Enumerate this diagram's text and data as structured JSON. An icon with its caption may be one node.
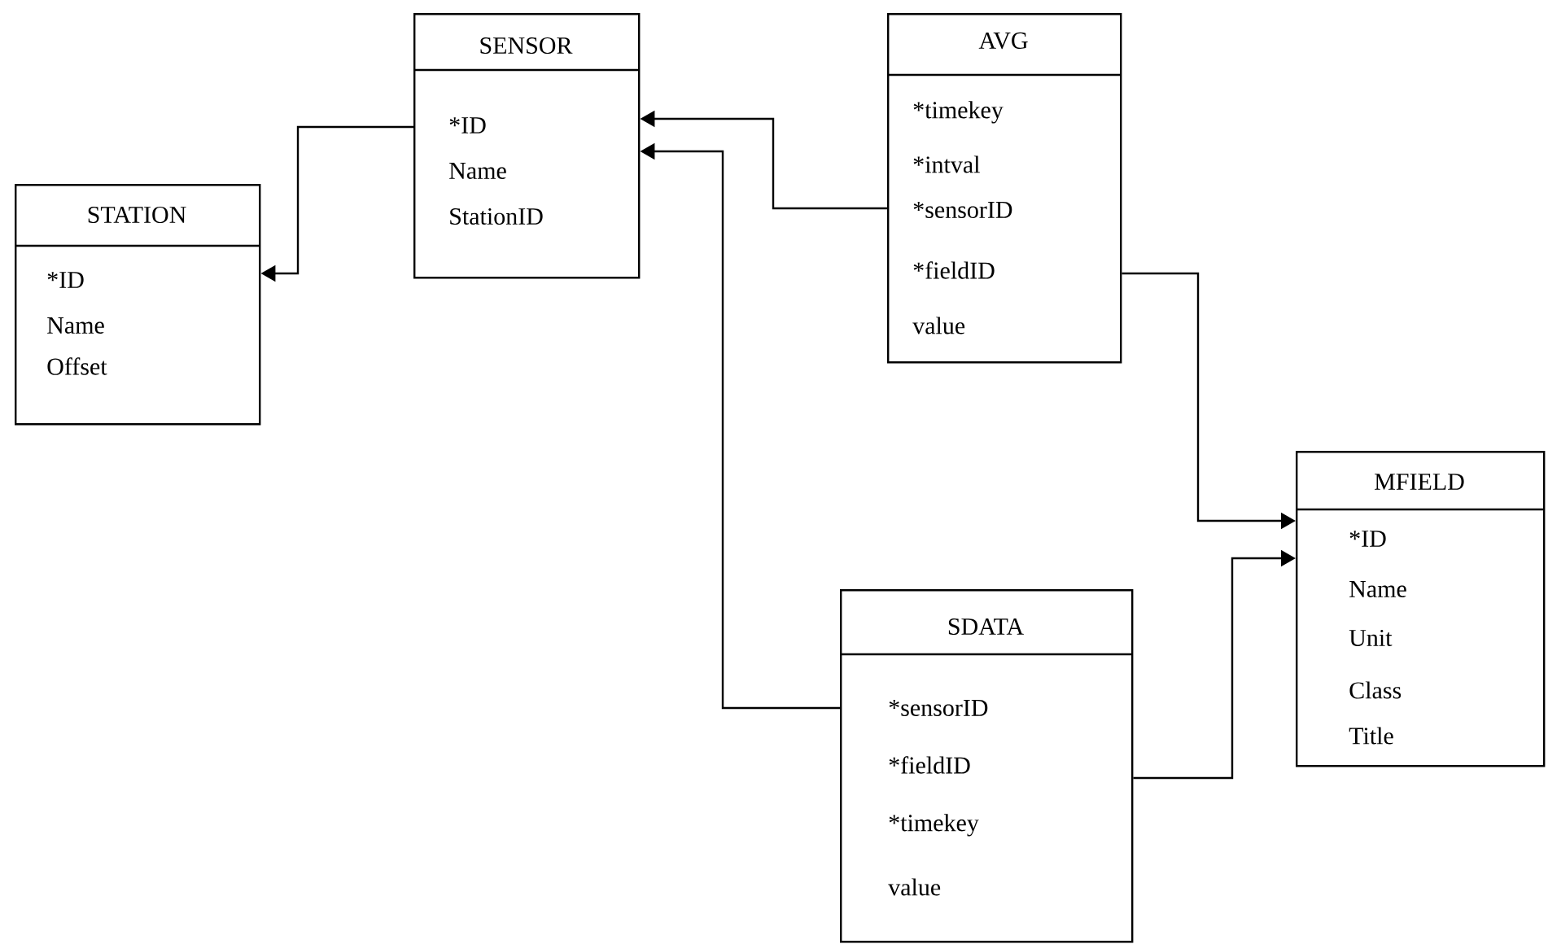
{
  "diagram": {
    "nodes": [
      {
        "text": [
          "SENSOR",
          "*ID",
          "Name",
          "StationID"
        ]
      },
      {
        "text": [
          "AVG",
          "*timekey",
          "*intval",
          "*sensorID",
          "*fieldID",
          "value"
        ]
      },
      {
        "text": [
          "STATION",
          "*ID",
          "Name",
          "Offset"
        ]
      },
      {
        "text": [
          "MFIELD",
          "*ID",
          "Name",
          "Unit",
          "Class",
          "Title"
        ]
      },
      {
        "text": [
          "SDATA",
          "*sensorID",
          "*fieldID",
          "*timekey",
          "value"
        ]
      }
    ],
    "edges": [
      {
        "from": 0,
        "to": 2,
        "arrow": "to"
      },
      {
        "from": 1,
        "to": 0,
        "arrow": "to"
      },
      {
        "from": 4,
        "to": 0,
        "arrow": "to"
      },
      {
        "from": 1,
        "to": 3,
        "arrow": "to"
      },
      {
        "from": 4,
        "to": 3,
        "arrow": "to"
      }
    ]
  }
}
